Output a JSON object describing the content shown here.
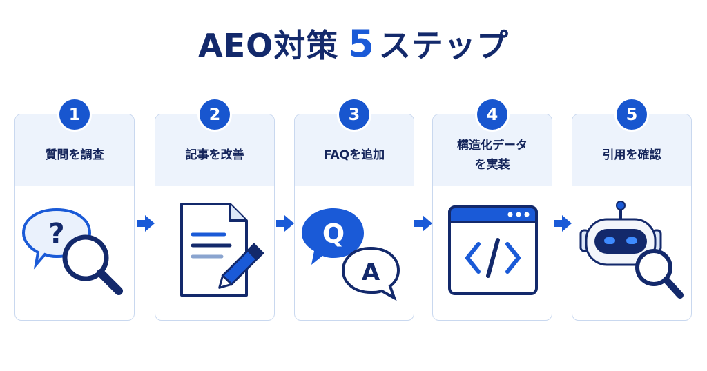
{
  "title": {
    "main": "AEO対策",
    "number": "5",
    "suffix": "ステップ"
  },
  "steps": [
    {
      "number": "1",
      "label": "質問を調査",
      "icon": "question-search-icon"
    },
    {
      "number": "2",
      "label": "記事を改善",
      "icon": "document-edit-icon"
    },
    {
      "number": "3",
      "label": "FAQを追加",
      "icon": "qa-bubbles-icon",
      "q": "Q",
      "a": "A"
    },
    {
      "number": "4",
      "label": "構造化データ\nを実装",
      "icon": "code-window-icon"
    },
    {
      "number": "5",
      "label": "引用を確認",
      "icon": "robot-search-icon"
    }
  ],
  "colors": {
    "navy": "#13296b",
    "blue": "#1a5ad7",
    "card_head": "#edf3fc",
    "card_border": "#c9d8ef"
  }
}
